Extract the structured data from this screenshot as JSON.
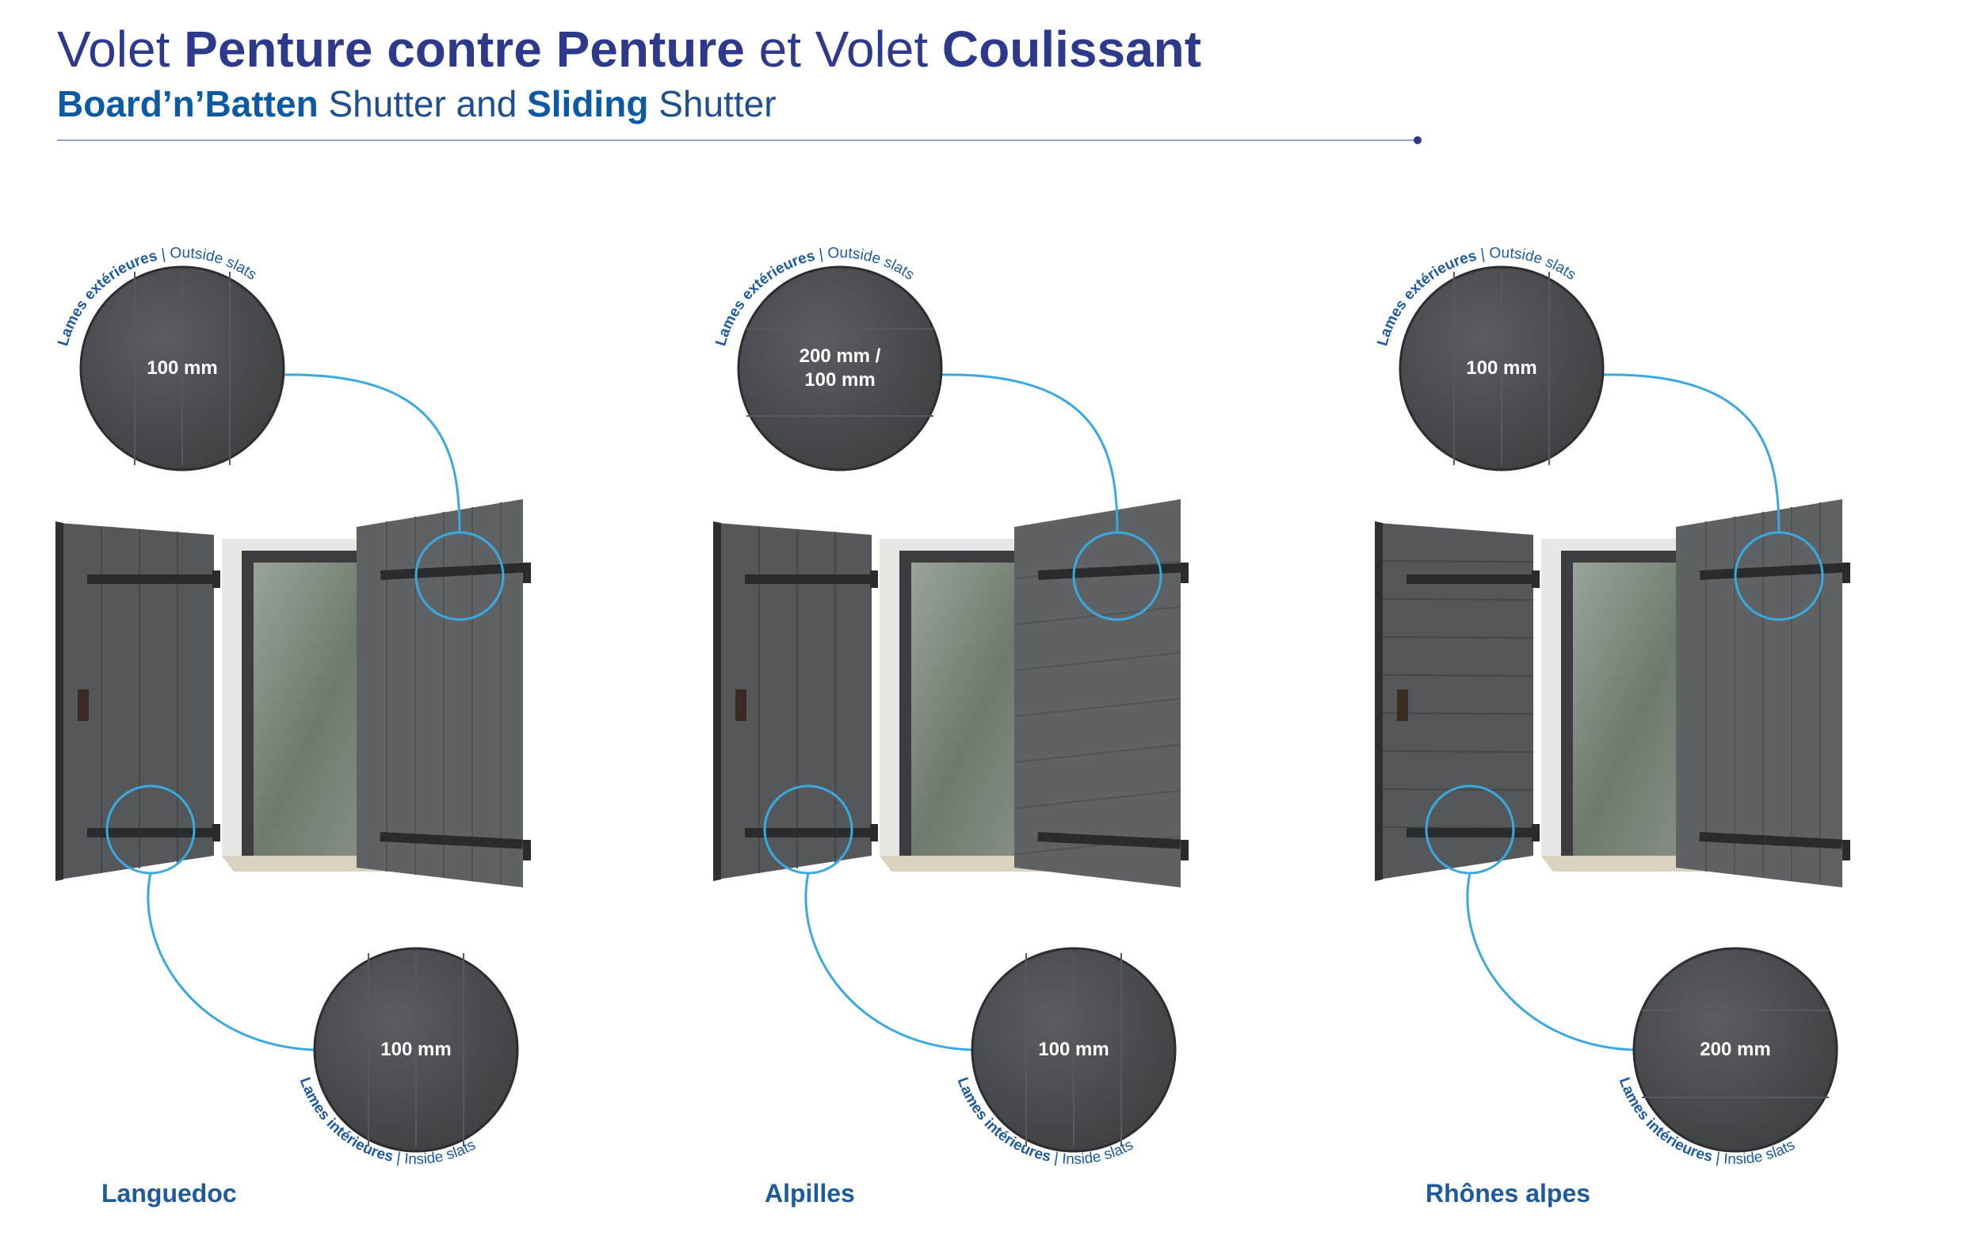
{
  "header": {
    "title_fr_1": "Volet ",
    "title_fr_2": "Penture contre Penture",
    "title_fr_3": " et Volet ",
    "title_fr_4": "Coulissant",
    "title_en_1": "Board’n’Batten",
    "title_en_2": " Shutter and ",
    "title_en_3": "Sliding",
    "title_en_4": " Shutter"
  },
  "labels": {
    "outside_fr": "Lames extérieures",
    "outside_en": "Outside slats",
    "inside_fr": "Lames intérieures",
    "inside_en": "Inside slats",
    "separator": " | "
  },
  "products": [
    {
      "name": "Languedoc",
      "outside": "100 mm",
      "inside": "100 mm"
    },
    {
      "name": "Alpilles",
      "outside": "200 mm / 100 mm",
      "inside": "100 mm",
      "outside_line1": "200 mm /",
      "outside_line2": "100 mm"
    },
    {
      "name": "Rhônes alpes",
      "outside": "100 mm",
      "inside": "200 mm"
    }
  ],
  "colors": {
    "title": "#2d3a8c",
    "accent": "#0b5aa3",
    "callout_line": "#3aa9e0",
    "panel": "#4c4f52"
  }
}
